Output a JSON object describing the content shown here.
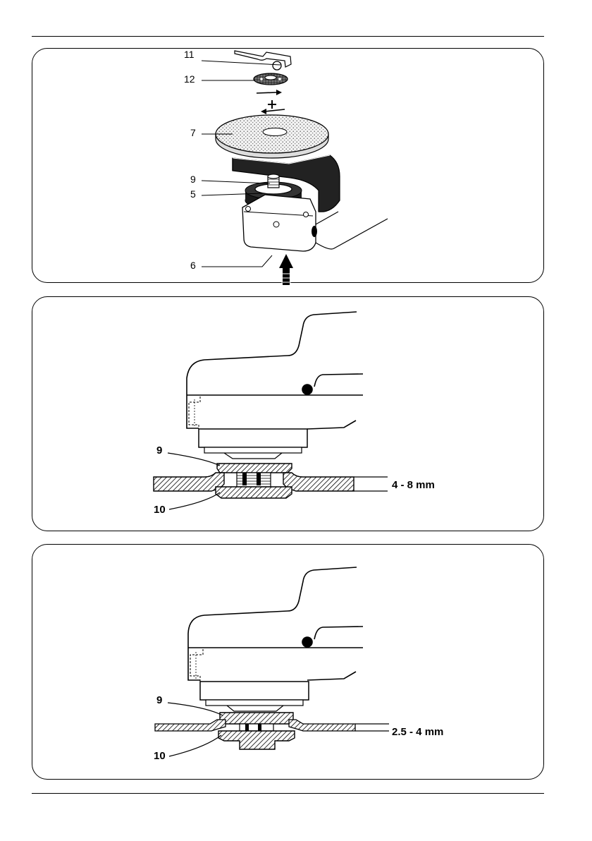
{
  "figure_1": {
    "labels": {
      "l11": "11",
      "l12": "12",
      "l7": "7",
      "l9": "9",
      "l5": "5",
      "l6": "6"
    }
  },
  "figure_2": {
    "label_top": "9",
    "label_bottom": "10",
    "thickness": "4 - 8 mm"
  },
  "figure_3": {
    "label_top": "9",
    "label_bottom": "10",
    "thickness": "2.5 - 4 mm"
  }
}
